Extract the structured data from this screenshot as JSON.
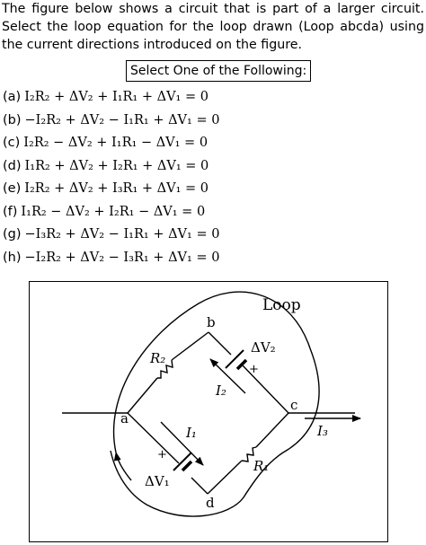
{
  "question": {
    "intro": "The figure below shows a circuit that is part of a larger circuit. Select the loop equation for the loop drawn (Loop abcda) using the current directions introduced on the figure."
  },
  "select_label": "Select One of the Following:",
  "options": [
    {
      "letter": "(a)",
      "equation": "I₂R₂ + ΔV₂ + I₁R₁ + ΔV₁ = 0"
    },
    {
      "letter": "(b)",
      "equation": "−I₂R₂ + ΔV₂ − I₁R₁ + ΔV₁ = 0"
    },
    {
      "letter": "(c)",
      "equation": "I₂R₂ − ΔV₂ + I₁R₁ − ΔV₁ = 0"
    },
    {
      "letter": "(d)",
      "equation": "I₁R₂ + ΔV₂ + I₂R₁ + ΔV₁ = 0"
    },
    {
      "letter": "(e)",
      "equation": "I₂R₂ + ΔV₂ + I₃R₁ + ΔV₁ = 0"
    },
    {
      "letter": "(f)",
      "equation": "I₁R₂ − ΔV₂ + I₂R₁ − ΔV₁ = 0"
    },
    {
      "letter": "(g)",
      "equation": "−I₃R₂ + ΔV₂ − I₁R₁ + ΔV₁ = 0"
    },
    {
      "letter": "(h)",
      "equation": "−I₂R₂ + ΔV₂ − I₃R₁ + ΔV₁ = 0"
    }
  ],
  "figure": {
    "loop_label": "Loop",
    "nodes": {
      "a": "a",
      "b": "b",
      "c": "c",
      "d": "d"
    },
    "resistors": {
      "r2": "R₂",
      "r1": "R₁"
    },
    "batteries": {
      "v2": "ΔV₂",
      "v1": "ΔV₁"
    },
    "currents": {
      "i1": "I₁",
      "i2": "I₂",
      "i3": "I₃"
    },
    "plus": "+"
  }
}
